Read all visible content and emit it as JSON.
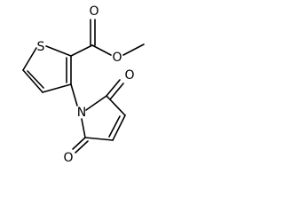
{
  "molecule": {
    "atoms": {
      "sulfur": "S",
      "nitrogen": "N",
      "oxygen_carbonyl_ester": "O",
      "oxygen_ether_ester": "O",
      "oxygen_carbonyl_top": "O",
      "oxygen_carbonyl_bottom": "O"
    }
  },
  "colors": {
    "bond": "#000000",
    "background": "#ffffff"
  }
}
